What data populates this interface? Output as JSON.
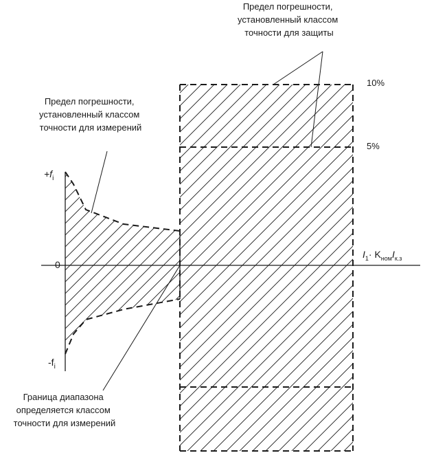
{
  "labels": {
    "protection_limit": [
      "Предел погрешности,",
      "установленный классом",
      "точности для защиты"
    ],
    "measure_limit": [
      "Предел погрешности,",
      "установленный классом",
      "точности для измерений"
    ],
    "range_boundary": [
      "Граница диапазона",
      "определяется классом",
      "точности для измерений"
    ]
  },
  "axis": {
    "plus_f": "+f",
    "plus_f_sub": "i",
    "minus_f": "-f",
    "minus_f_sub": "i",
    "zero": "0",
    "x_I": "I",
    "x_I_sub": "1",
    "x_dot": "· K",
    "x_nom_sub": "ном",
    "x_I2": "I",
    "x_kz_sub": "к.з"
  },
  "levels": {
    "ten": "10%",
    "five": "5%"
  }
}
